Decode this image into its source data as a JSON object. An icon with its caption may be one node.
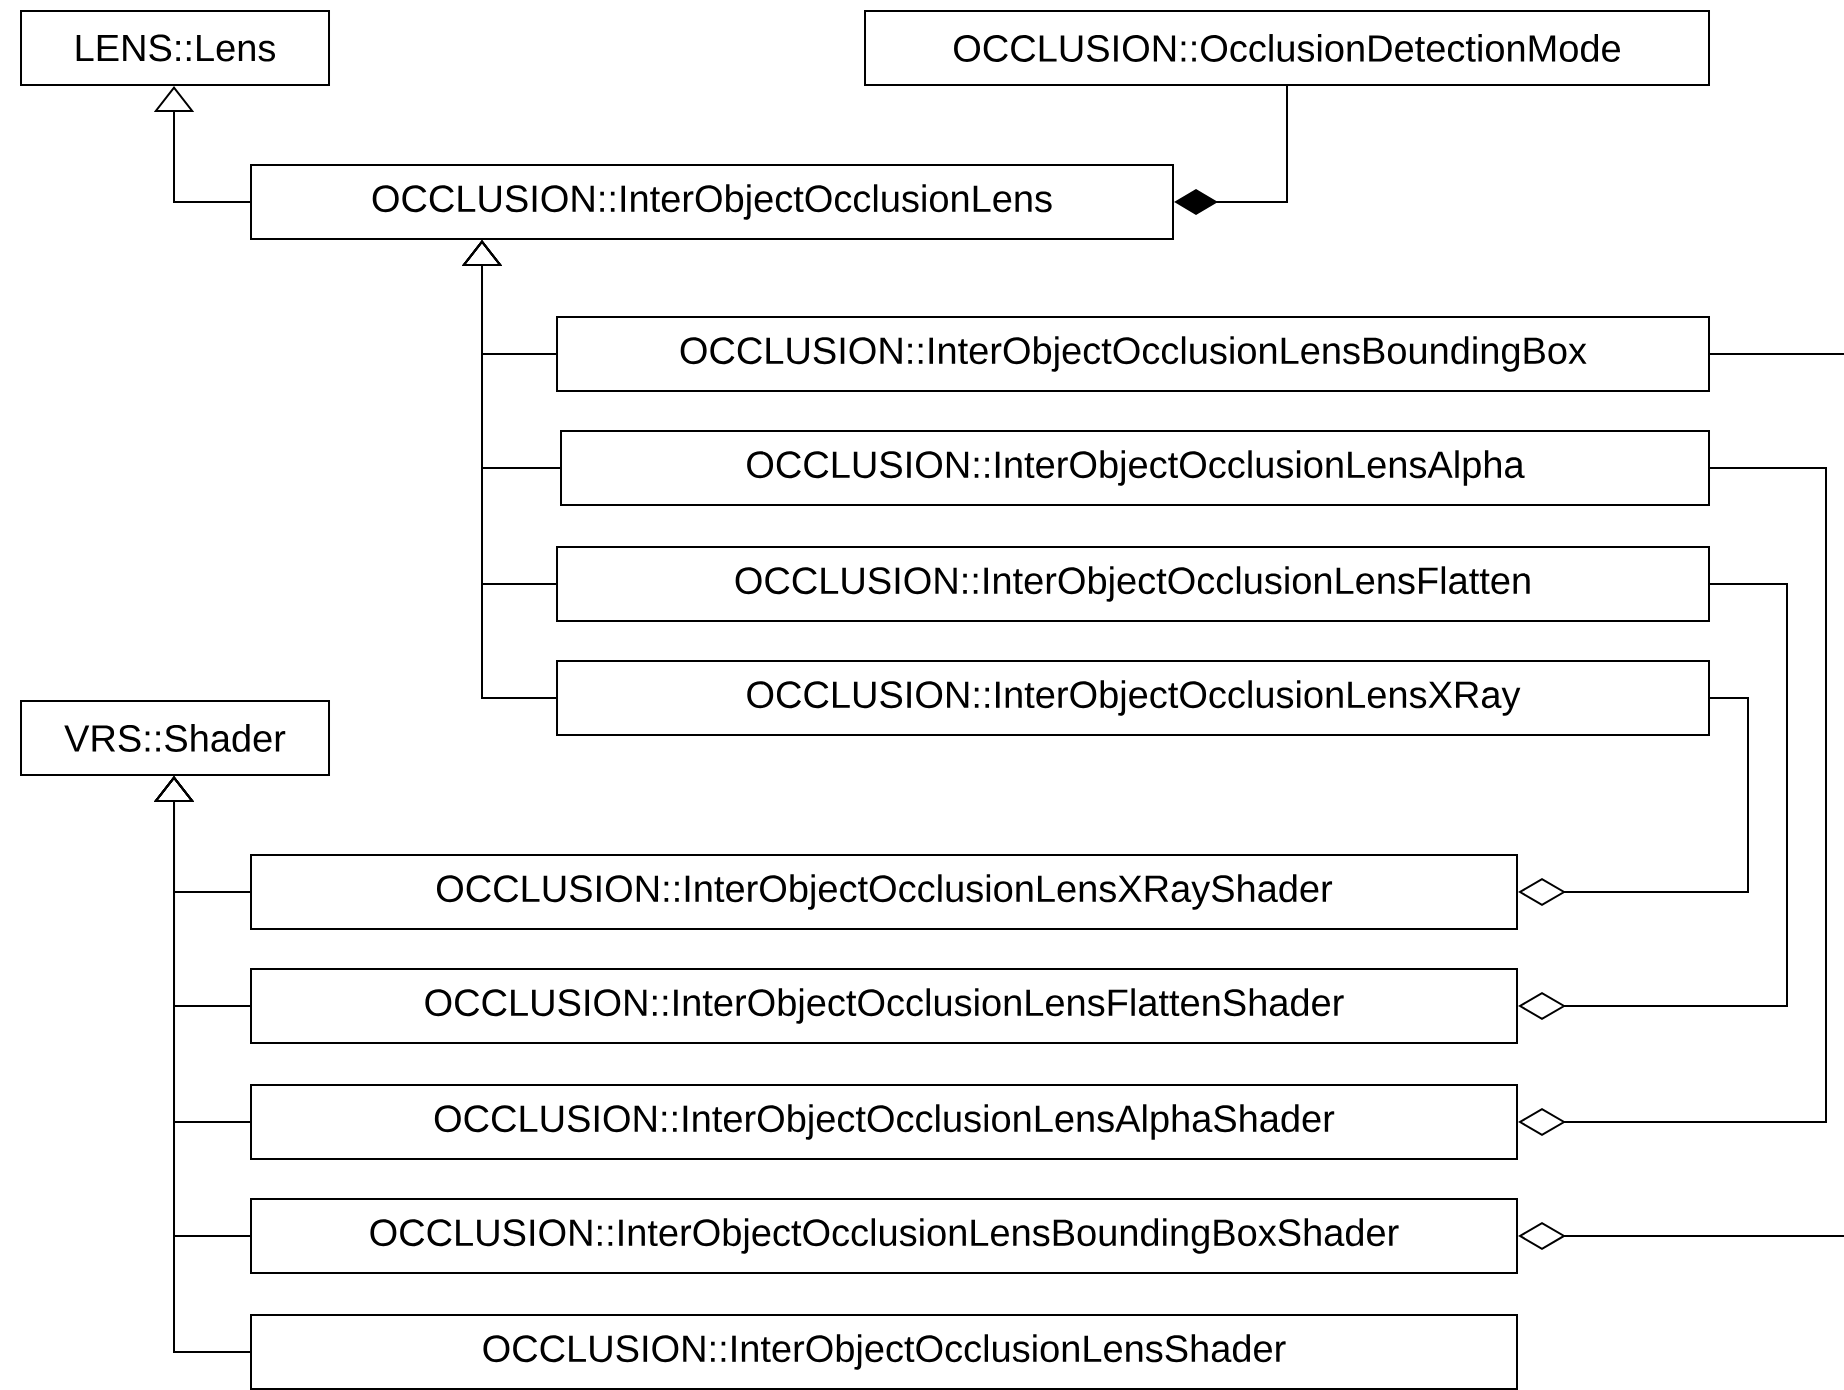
{
  "diagram": {
    "nodes": [
      {
        "text": [
          "LENS::Lens"
        ]
      },
      {
        "text": [
          "OCCLUSION::OcclusionDetectionMode"
        ]
      },
      {
        "text": [
          "OCCLUSION::InterObjectOcclusionLens"
        ]
      },
      {
        "text": [
          "OCCLUSION::InterObjectOcclusionLensBoundingBox"
        ]
      },
      {
        "text": [
          "OCCLUSION::InterObjectOcclusionLensAlpha"
        ]
      },
      {
        "text": [
          "OCCLUSION::InterObjectOcclusionLensFlatten"
        ]
      },
      {
        "text": [
          "OCCLUSION::InterObjectOcclusionLensXRay"
        ]
      },
      {
        "text": [
          "VRS::Shader"
        ]
      },
      {
        "text": [
          "OCCLUSION::InterObjectOcclusionLensXRayShader"
        ]
      },
      {
        "text": [
          "OCCLUSION::InterObjectOcclusionLensFlattenShader"
        ]
      },
      {
        "text": [
          "OCCLUSION::InterObjectOcclusionLensAlphaShader"
        ]
      },
      {
        "text": [
          "OCCLUSION::InterObjectOcclusionLensBoundingBoxShader"
        ]
      },
      {
        "text": [
          "OCCLUSION::InterObjectOcclusionLensShader"
        ]
      }
    ],
    "edges": [
      {
        "from": 2,
        "to": 0,
        "arrow": "to"
      },
      {
        "from": 1,
        "to": 2,
        "arrow": "other"
      },
      {
        "from": 3,
        "to": 2,
        "arrow": "to"
      },
      {
        "from": 4,
        "to": 2,
        "arrow": "to"
      },
      {
        "from": 5,
        "to": 2,
        "arrow": "to"
      },
      {
        "from": 6,
        "to": 2,
        "arrow": "to"
      },
      {
        "from": 8,
        "to": 7,
        "arrow": "to"
      },
      {
        "from": 9,
        "to": 7,
        "arrow": "to"
      },
      {
        "from": 10,
        "to": 7,
        "arrow": "to"
      },
      {
        "from": 11,
        "to": 7,
        "arrow": "to"
      },
      {
        "from": 12,
        "to": 7,
        "arrow": "to"
      },
      {
        "from": 6,
        "to": 8,
        "arrow": "other"
      },
      {
        "from": 5,
        "to": 9,
        "arrow": "other"
      },
      {
        "from": 4,
        "to": 10,
        "arrow": "other"
      },
      {
        "from": 3,
        "to": 11,
        "arrow": "other"
      }
    ]
  }
}
